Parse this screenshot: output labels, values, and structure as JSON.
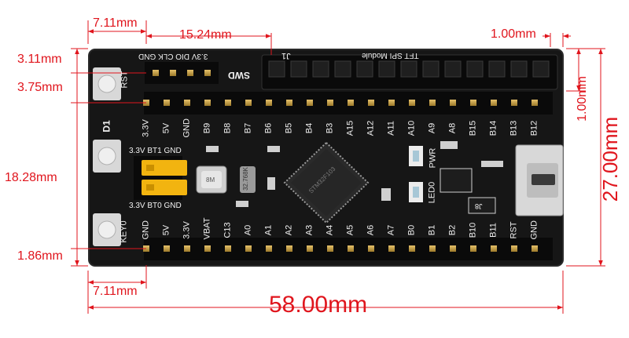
{
  "dimensions": {
    "top_left_offset": "7.11mm",
    "swd_spacing": "15.24mm",
    "right_spacing": "1.00mm",
    "swd_row_offset": "3.11mm",
    "top_row_offset": "3.75mm",
    "right_row_offset": "1.00mm",
    "row_spacing": "18.28mm",
    "bottom_row_offset": "1.86mm",
    "bottom_left_offset": "7.11mm",
    "board_length": "58.00mm",
    "board_width": "27.00mm"
  },
  "board": {
    "swd_header_labels": "3.3V DIO CLK GND",
    "swd_label": "SWD",
    "j1_label": "J1",
    "tft_label": "TFT SPI Module",
    "rst_label": "RST",
    "d1_label": "D1",
    "key0_label": "KEY0",
    "bt1_label": "3.3V BT1 GND",
    "bt0_label": "3.3V BT0 GND",
    "pwr_label": "PWR",
    "led_label": "LED0",
    "crystal_label": "8M",
    "rtc_crystal_label": "32.768K",
    "chip_label": "STM32F103",
    "u_label": "J8",
    "top_pins": [
      "3.3V",
      "5V",
      "GND",
      "B9",
      "B8",
      "B7",
      "B6",
      "B5",
      "B4",
      "B3",
      "A15",
      "A12",
      "A11",
      "A10",
      "A9",
      "A8",
      "B15",
      "B14",
      "B13",
      "B12"
    ],
    "bottom_pins": [
      "GND",
      "5V",
      "3.3V",
      "VBAT",
      "C13",
      "A0",
      "A1",
      "A2",
      "A3",
      "A4",
      "A5",
      "A6",
      "A7",
      "B0",
      "B1",
      "B2",
      "B10",
      "B11",
      "RST",
      "GND"
    ]
  },
  "colors": {
    "dimension": "#e0151d",
    "board": "#161616",
    "header": "#0a0a0a",
    "pin": "#c9a24a",
    "jumper": "#f2b410",
    "silkscreen": "#f2f2f2"
  }
}
